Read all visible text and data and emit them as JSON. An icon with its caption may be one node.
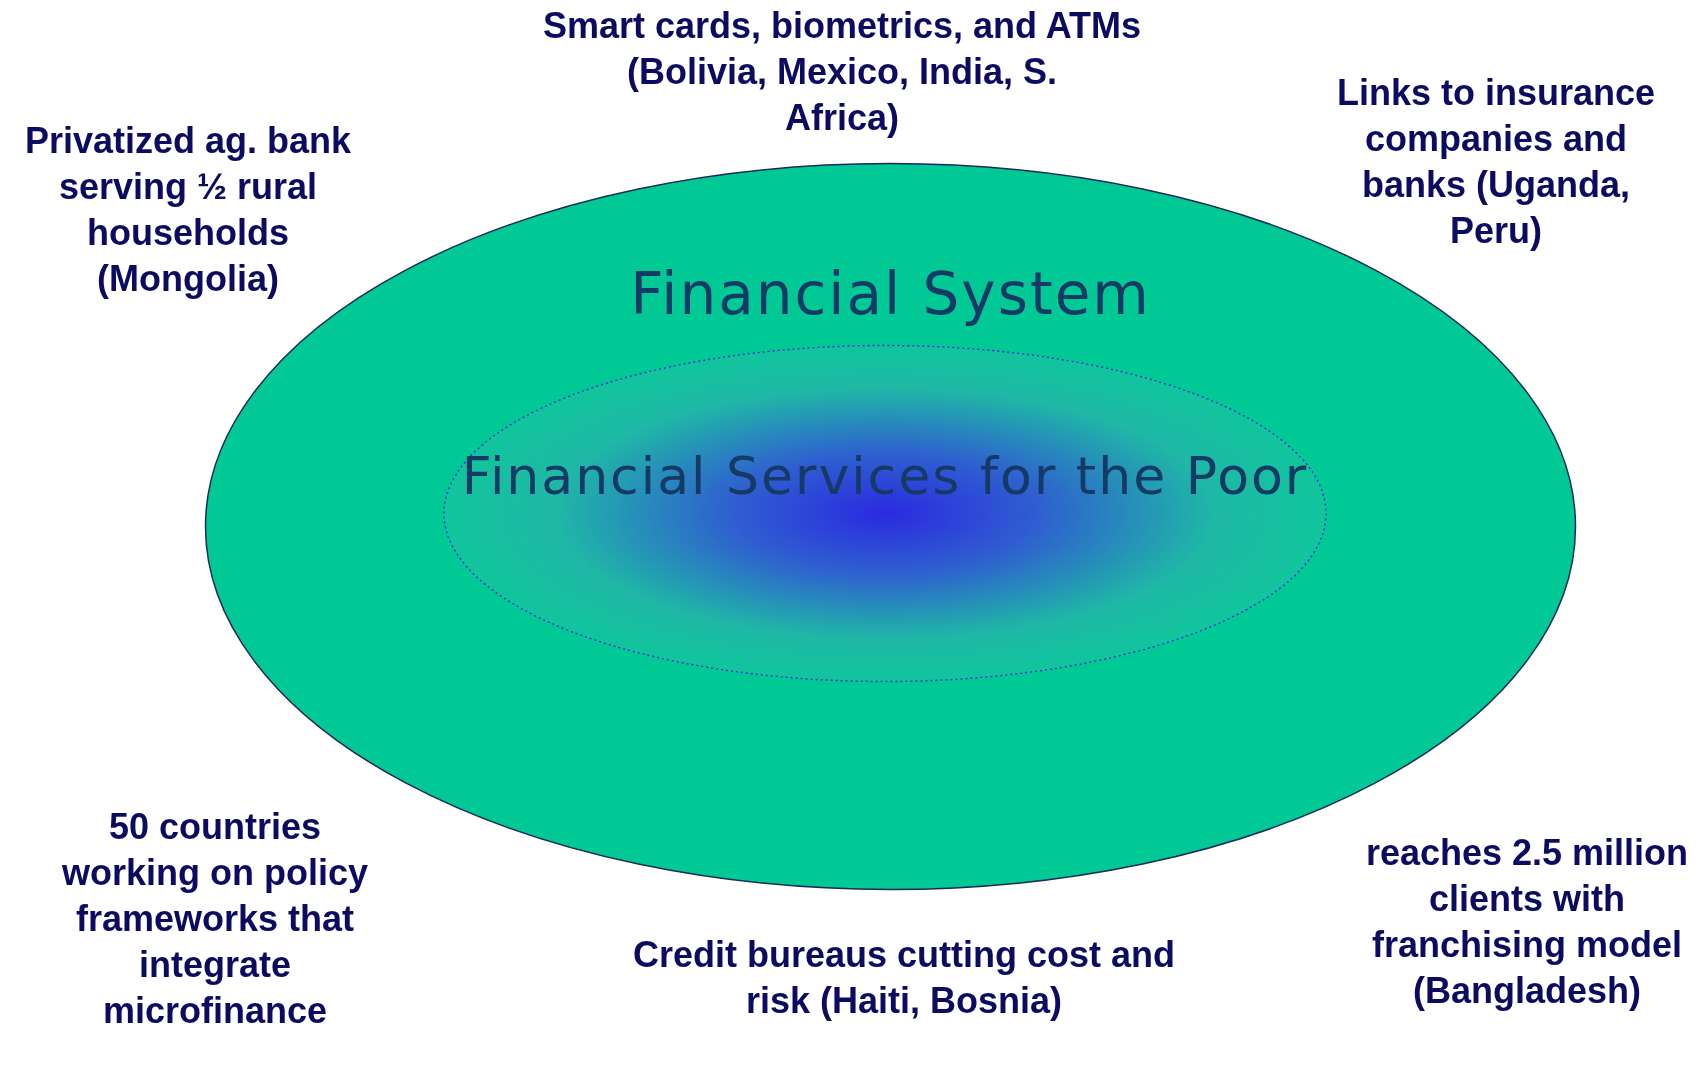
{
  "diagram": {
    "nodes": [
      {
        "text": [
          "Financial System"
        ]
      },
      {
        "text": [
          "Financial Services for the Poor"
        ],
        "in": 0
      }
    ],
    "edges": [],
    "labels": [
      "Smart cards, biometrics, and ATMs",
      "(Bolivia, Mexico, India, S. Africa)",
      "Privatized ag. bank serving ½ rural households (Mongolia)",
      "Links to insurance companies and banks (Uganda, Peru)",
      "50 countries working on policy frameworks that integrate microfinance",
      "Credit bureaus cutting cost and risk (Haiti, Bosnia)",
      "reaches 2.5 million clients with franchising model (Bangladesh)"
    ]
  }
}
